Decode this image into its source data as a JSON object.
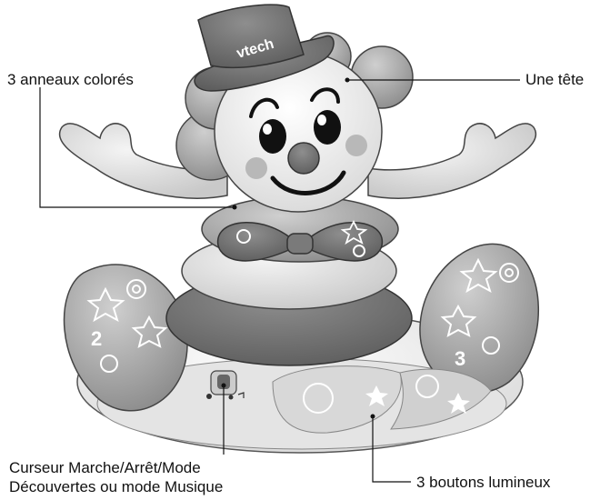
{
  "brand": "vtech",
  "labels": {
    "rings": "3 anneaux colorés",
    "head": "Une tête",
    "cursor_line1": "Curseur Marche/Arrêt/Mode",
    "cursor_line2": "Découvertes ou mode Musique",
    "buttons": "3 boutons lumineux"
  },
  "colors": {
    "ink": "#111111",
    "toy_dark": "#6e6e6e",
    "toy_mid": "#9a9a9a",
    "toy_light": "#c8c8c8",
    "toy_white": "#efefef"
  }
}
